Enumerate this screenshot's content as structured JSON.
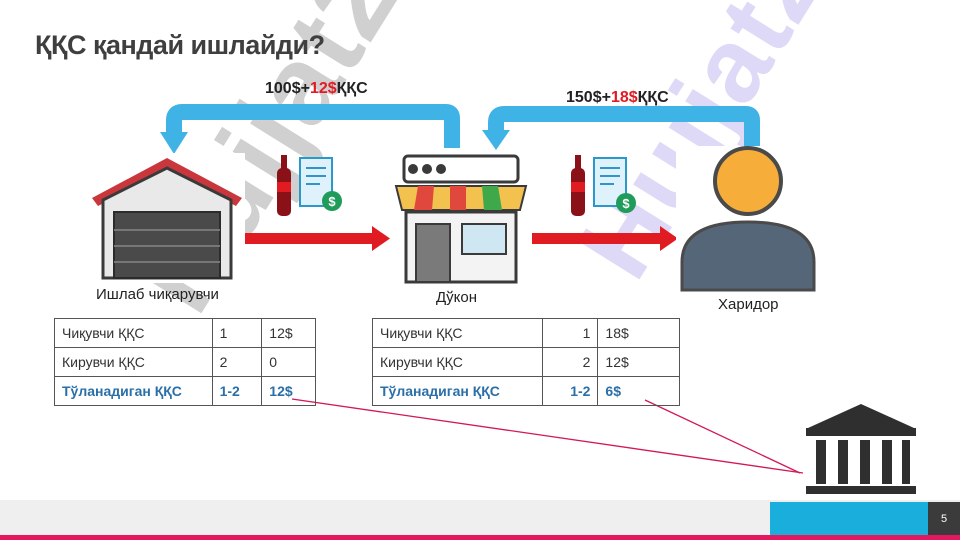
{
  "title": "ҚҚС қандай ишлайди?",
  "flow_left": {
    "base": "100$+",
    "tax": "12$",
    "suffix": "ҚҚС"
  },
  "flow_right": {
    "base": "150$+",
    "tax": "18$",
    "suffix": "ҚҚС"
  },
  "actors": {
    "producer": "Ишлаб чиқарувчи",
    "store": "Дўкон",
    "buyer": "Харидор"
  },
  "watermark": "Hujjat24",
  "table_left": {
    "rows": [
      {
        "label": "Чиқувчи ҚҚС",
        "qty": "1",
        "amount": "12$"
      },
      {
        "label": "Кирувчи ҚҚС",
        "qty": "2",
        "amount": "0"
      },
      {
        "label": "Тўланадиган ҚҚС",
        "qty": "1-2",
        "amount": "12$"
      }
    ]
  },
  "table_right": {
    "rows": [
      {
        "label": "Чиқувчи ҚҚС",
        "qty": "1",
        "amount": "18$"
      },
      {
        "label": "Кирувчи ҚҚС",
        "qty": "2",
        "amount": "12$"
      },
      {
        "label": "Тўланадиган ҚҚС",
        "qty": "1-2",
        "amount": "6$"
      }
    ]
  },
  "slide_number": "5",
  "icons": [
    "garage-icon",
    "shop-icon",
    "person-icon",
    "cola-receipt-icon",
    "bank-icon"
  ],
  "colors": {
    "title": "#3f3f3f",
    "tax_red": "#e11b22",
    "arrow_blue": "#3fb3e6",
    "arrow_red": "#e11b22",
    "pay_row": "#2a6fa8",
    "footer_cyan": "#1aaedc",
    "footer_pink": "#e5175f"
  }
}
